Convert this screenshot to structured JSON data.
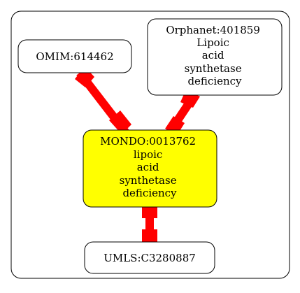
{
  "nodes": {
    "omim": {
      "lines": [
        "OMIM:614462"
      ]
    },
    "orphanet": {
      "lines": [
        "Orphanet:401859",
        "Lipoic",
        "acid",
        "synthetase",
        "deficiency"
      ]
    },
    "mondo": {
      "lines": [
        "MONDO:0013762",
        "lipoic",
        "acid",
        "synthetase",
        "deficiency"
      ]
    },
    "umls": {
      "lines": [
        "UMLS:C3280887"
      ]
    }
  },
  "colors": {
    "edge": "#ff0000",
    "mondo_fill": "#ffff00",
    "node_fill": "#ffffff",
    "stroke": "#000000"
  }
}
